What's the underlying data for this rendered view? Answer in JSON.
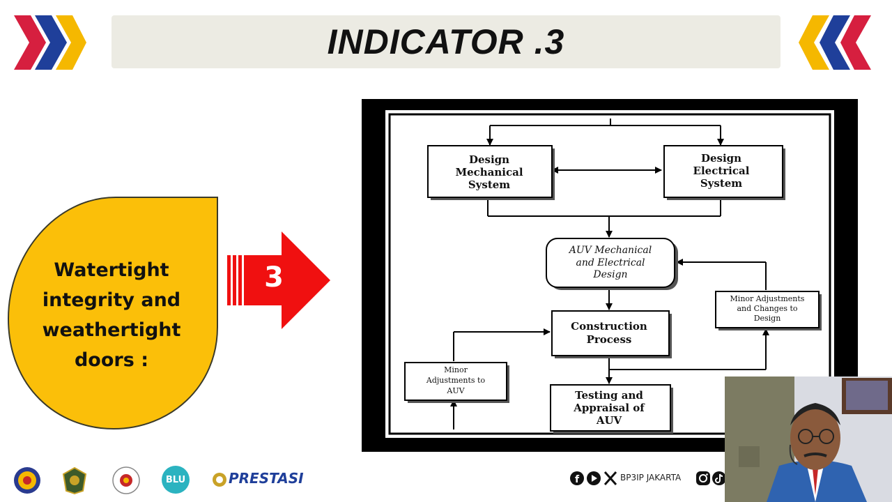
{
  "title": "INDICATOR .3",
  "callout": {
    "lines": [
      "Watertight",
      "integrity and",
      "weathertight",
      "doors :"
    ],
    "arrow_number": "3"
  },
  "diagram": {
    "boxes": {
      "design_mechanical": [
        "Design",
        "Mechanical",
        "System"
      ],
      "design_electrical": [
        "Design",
        "Electrical",
        "System"
      ],
      "auv_design": [
        "AUV Mechanical",
        "and Electrical",
        "Design"
      ],
      "minor_adj_design": [
        "Minor Adjustments",
        "and Changes to",
        "Design"
      ],
      "construction": [
        "Construction",
        "Process"
      ],
      "minor_adj_auv": [
        "Minor",
        "Adjustments to",
        "AUV"
      ],
      "testing": [
        "Testing and",
        "Appraisal of",
        "AUV"
      ]
    }
  },
  "footer": {
    "social_handle": "BP3IP JAKARTA",
    "prestasi_logo_text": "PRESTASI",
    "blu_logo_text": "BLU"
  },
  "colors": {
    "chevron_red": "#d61f3f",
    "chevron_blue": "#1f3f9a",
    "chevron_yellow": "#f5b800",
    "drop_fill": "#fbbf09",
    "arrow_red": "#f01010"
  }
}
